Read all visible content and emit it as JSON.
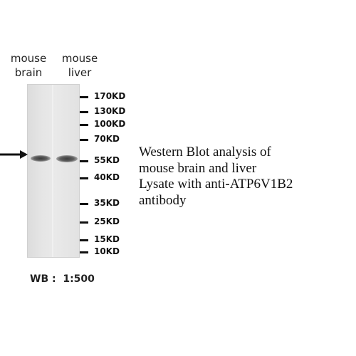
{
  "lanes": [
    {
      "line1": "mouse",
      "line2": "brain"
    },
    {
      "line1": "mouse",
      "line2": "liver"
    }
  ],
  "markers": [
    "170KD",
    "130KD",
    "100KD",
    "70KD",
    "55KD",
    "40KD",
    "35KD",
    "25KD",
    "15KD",
    "10KD"
  ],
  "caption": [
    "Western Blot analysis of",
    "mouse brain and liver",
    "Lysate with anti-ATP6V1B2",
    "antibody"
  ],
  "dilution": "WB :  1:500"
}
